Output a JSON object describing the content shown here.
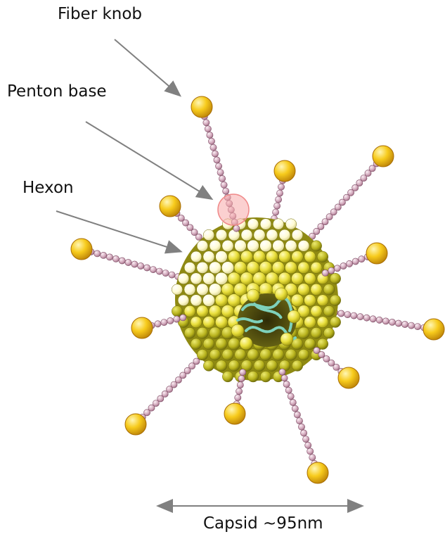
{
  "labels": {
    "fiber_knob": "Fiber knob",
    "penton_base": "Penton base",
    "hexon": "Hexon",
    "capsid_size": "Capsid ~95nm"
  },
  "colors": {
    "capsid_light": "#fffde0",
    "capsid_yellow": "#e8dd3a",
    "capsid_olive": "#9a9a10",
    "core_dark": "#3e3a0c",
    "dna_teal": "#7ed1bb",
    "fiber_pink": "#caa0b4",
    "knob_gold": "#f2c10c",
    "penton_highlight": "#f4a0a0",
    "arrow_gray": "#808080"
  }
}
